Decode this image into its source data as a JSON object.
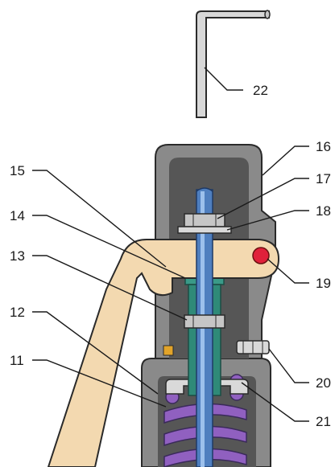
{
  "callouts": {
    "c11": "11",
    "c12": "12",
    "c13": "13",
    "c14": "14",
    "c15": "15",
    "c16": "16",
    "c17": "17",
    "c18": "18",
    "c19": "19",
    "c20": "20",
    "c21": "21",
    "c22": "22"
  },
  "colors": {
    "housing_body": "#8a8a8a",
    "housing_cavity": "#565656",
    "lever": "#f3d9b0",
    "rod": "#4f7fbf",
    "seal_sleeve": "#3a9a88",
    "spring": "#9060c0",
    "pivot_pin": "#e0203a",
    "key": "#d8d8d8"
  }
}
